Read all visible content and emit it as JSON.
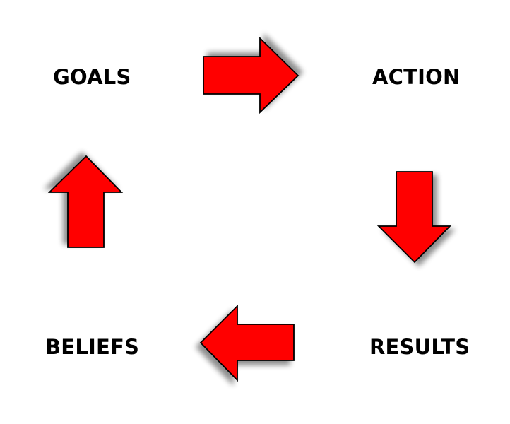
{
  "diagram": {
    "type": "cycle",
    "nodes": [
      {
        "id": "goals",
        "label": "GOALS"
      },
      {
        "id": "action",
        "label": "ACTION"
      },
      {
        "id": "results",
        "label": "RESULTS"
      },
      {
        "id": "beliefs",
        "label": "BELIEFS"
      }
    ],
    "edges": [
      {
        "from": "goals",
        "to": "action",
        "direction": "right"
      },
      {
        "from": "action",
        "to": "results",
        "direction": "down"
      },
      {
        "from": "results",
        "to": "beliefs",
        "direction": "left"
      },
      {
        "from": "beliefs",
        "to": "goals",
        "direction": "up"
      }
    ],
    "colors": {
      "arrow_fill": "#ff0000",
      "arrow_stroke": "#000000",
      "label_text": "#000000",
      "background": "#ffffff"
    }
  }
}
